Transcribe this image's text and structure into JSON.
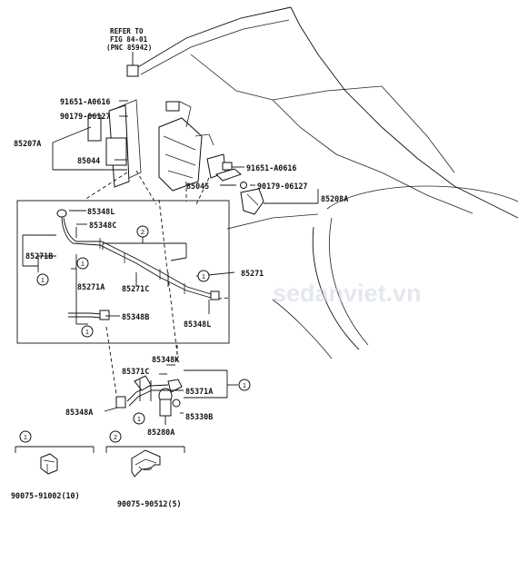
{
  "reference_note": [
    "REFER TO",
    "FIG 84-01",
    "(PNC 85942)"
  ],
  "labels": {
    "p91651_top": "91651-A0616",
    "p90179_top": "90179-06127",
    "p85207A": "85207A",
    "p85044": "85044",
    "p91651_right": "91651-A0616",
    "p85045": "85045",
    "p90179_right": "90179-06127",
    "p85208A": "85208A",
    "p85348L_a": "85348L",
    "p85348C": "85348C",
    "p85271B": "85271B",
    "p85271": "85271",
    "p85271A": "85271A",
    "p85271C": "85271C",
    "p85348B": "85348B",
    "p85348L_b": "85348L",
    "p85348K": "85348K",
    "p85371C": "85371C",
    "p85371A": "85371A",
    "p85348A": "85348A",
    "p85330B": "85330B",
    "p85280A": "85280A"
  },
  "callouts": {
    "one": "1",
    "two": "2"
  },
  "legend": {
    "item1_num": "1",
    "item1_part": "90075-91002(10)",
    "item2_num": "2",
    "item2_part": "90075-90512(5)"
  },
  "watermark": "sedanviet.vn"
}
